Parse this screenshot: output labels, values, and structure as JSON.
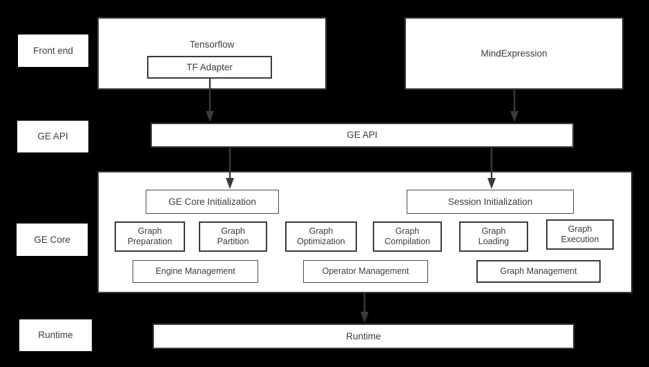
{
  "diagram": {
    "title": "GE architecture layered diagram",
    "background_color": "#000000",
    "box_fill": "#ffffff",
    "box_border": "#3a3a3a",
    "text_color": "#3c3c3c"
  },
  "stage_labels": [
    {
      "label": "Front end"
    },
    {
      "label": "GE API"
    },
    {
      "label": "GE Core"
    },
    {
      "label": "Runtime"
    }
  ],
  "frontend": {
    "tensorflow": {
      "title": "Tensorflow",
      "adapter": "TF Adapter"
    },
    "mindexpression": {
      "title": "MindExpression"
    }
  },
  "ge_api": {
    "label": "GE API"
  },
  "ge_core": {
    "init_boxes": [
      {
        "label": "GE Core Initialization"
      },
      {
        "label": "Session Initialization"
      }
    ],
    "modules": [
      {
        "label": "Graph\nPreparation"
      },
      {
        "label": "Graph\nPartition"
      },
      {
        "label": "Graph\nOptimization"
      },
      {
        "label": "Graph\nCompilation"
      },
      {
        "label": "Graph\nLoading"
      },
      {
        "label": "Graph\nExecution"
      }
    ],
    "management": [
      {
        "label": "Engine Management"
      },
      {
        "label": "Operator Management"
      },
      {
        "label": "Graph Management"
      }
    ]
  },
  "runtime": {
    "label": "Runtime"
  },
  "arrows": [
    {
      "name": "tf-adapter-to-ge-api"
    },
    {
      "name": "mindexpression-to-ge-api"
    },
    {
      "name": "ge-api-to-ge-core-initialization"
    },
    {
      "name": "ge-api-to-session-initialization"
    },
    {
      "name": "ge-core-to-runtime"
    }
  ]
}
